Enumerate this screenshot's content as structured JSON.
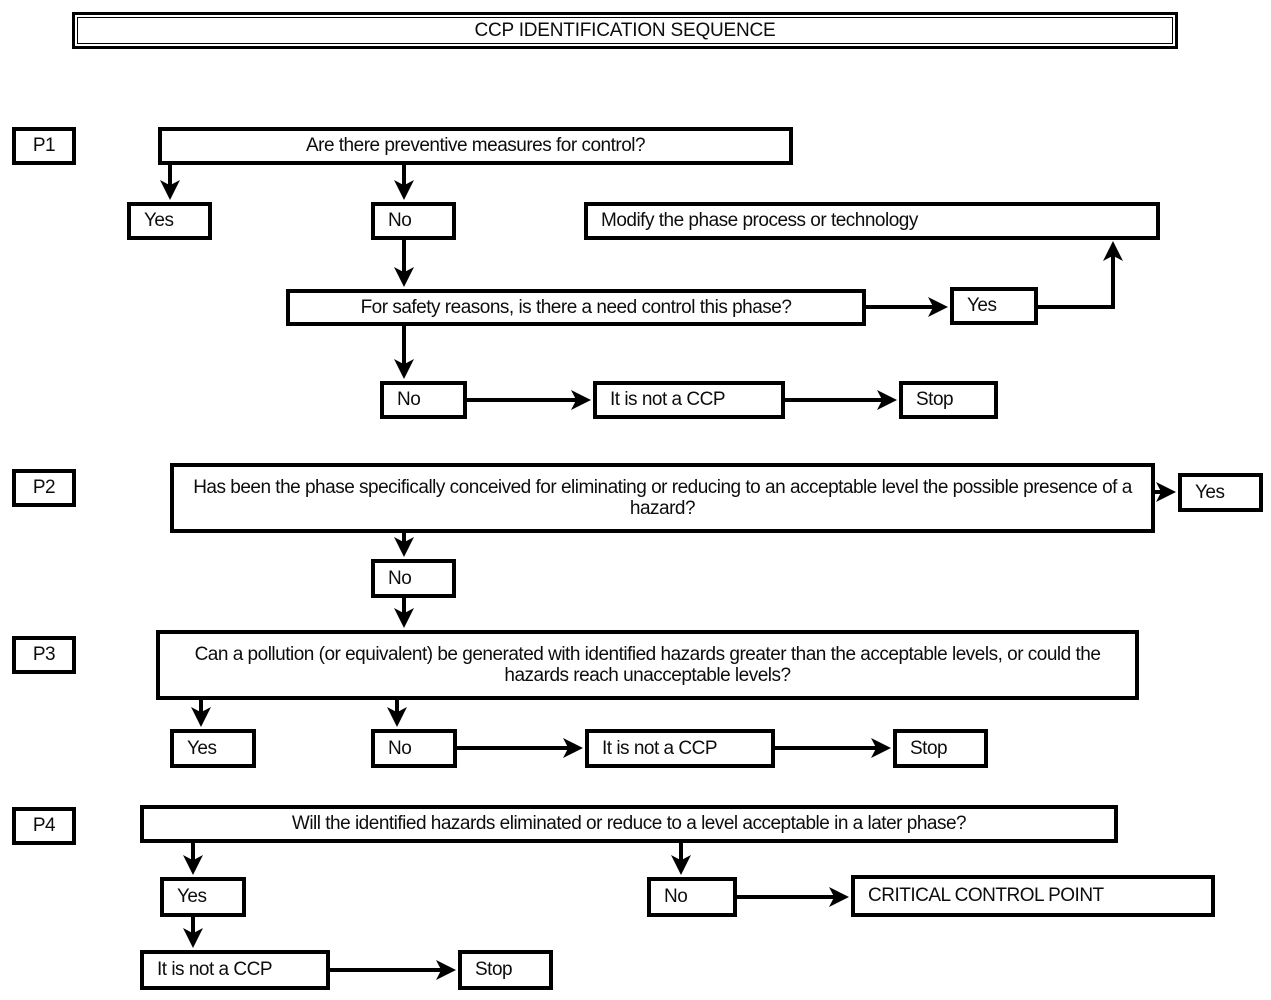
{
  "title": {
    "text": "CCP IDENTIFICATION SEQUENCE"
  },
  "colors": {
    "line": "#000000",
    "box_border": "#000000",
    "box_background": "#ffffff",
    "page_background": "#ffffff",
    "text": "#0d0d0d"
  },
  "nodes": {
    "p1": {
      "label": "P1"
    },
    "q1": {
      "text": "Are there preventive measures for control?"
    },
    "p1_yes": {
      "text": "Yes"
    },
    "p1_no": {
      "text": "No"
    },
    "modify": {
      "text": "Modify the phase process or technology"
    },
    "q_safety": {
      "text": "For safety reasons, is there a need control this phase?"
    },
    "safety_yes": {
      "text": "Yes"
    },
    "safety_no": {
      "text": "No"
    },
    "not_ccp_1": {
      "text": "It is not a CCP"
    },
    "stop_1": {
      "text": "Stop"
    },
    "p2": {
      "label": "P2"
    },
    "q2": {
      "text": "Has been the phase specifically conceived for eliminating or reducing to an acceptable level the possible presence of a hazard?"
    },
    "p2_yes": {
      "text": "Yes"
    },
    "p2_no": {
      "text": "No"
    },
    "p3": {
      "label": "P3"
    },
    "q3": {
      "text": "Can a pollution (or equivalent) be generated with identified hazards greater than the acceptable levels, or could the hazards reach unacceptable levels?"
    },
    "p3_yes": {
      "text": "Yes"
    },
    "p3_no": {
      "text": "No"
    },
    "not_ccp_2": {
      "text": "It is not a CCP"
    },
    "stop_2": {
      "text": "Stop"
    },
    "p4": {
      "label": "P4"
    },
    "q4": {
      "text": "Will the identified hazards eliminated or reduce to a level acceptable in a later phase?"
    },
    "p4_yes": {
      "text": "Yes"
    },
    "p4_no": {
      "text": "No"
    },
    "ccp": {
      "text": "CRITICAL CONTROL POINT"
    },
    "not_ccp_3": {
      "text": "It is not a CCP"
    },
    "stop_3": {
      "text": "Stop"
    }
  },
  "edges": [
    {
      "from": "q1",
      "to": "p1_yes"
    },
    {
      "from": "q1",
      "to": "p1_no"
    },
    {
      "from": "p1_no",
      "to": "q_safety"
    },
    {
      "from": "q_safety",
      "to": "safety_yes"
    },
    {
      "from": "safety_yes",
      "to": "modify"
    },
    {
      "from": "q_safety",
      "to": "safety_no"
    },
    {
      "from": "safety_no",
      "to": "not_ccp_1"
    },
    {
      "from": "not_ccp_1",
      "to": "stop_1"
    },
    {
      "from": "q2",
      "to": "p2_yes"
    },
    {
      "from": "q2",
      "to": "p2_no"
    },
    {
      "from": "p2_no",
      "to": "q3"
    },
    {
      "from": "q3",
      "to": "p3_yes"
    },
    {
      "from": "q3",
      "to": "p3_no"
    },
    {
      "from": "p3_no",
      "to": "not_ccp_2"
    },
    {
      "from": "not_ccp_2",
      "to": "stop_2"
    },
    {
      "from": "q4",
      "to": "p4_yes"
    },
    {
      "from": "q4",
      "to": "p4_no"
    },
    {
      "from": "p4_no",
      "to": "ccp"
    },
    {
      "from": "p4_yes",
      "to": "not_ccp_3"
    },
    {
      "from": "not_ccp_3",
      "to": "stop_3"
    }
  ]
}
